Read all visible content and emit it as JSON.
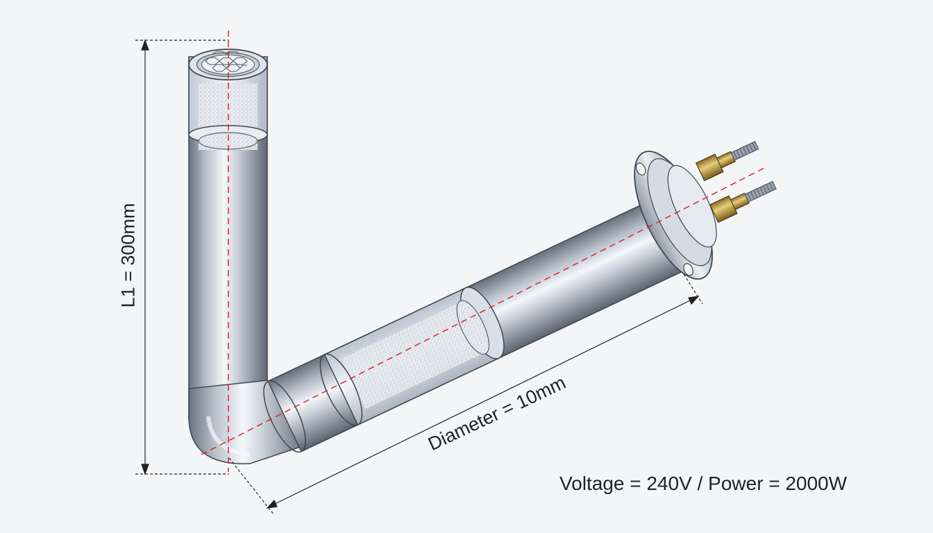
{
  "annotations": {
    "length_label": "L1 = 300mm",
    "diameter_label": "Diameter = 10mm",
    "spec_label": "Voltage = 240V / Power = 2000W"
  },
  "colors": {
    "background": "#f4f5f7",
    "steel_dark": "#5b6470",
    "steel_light": "#f2f5f9",
    "centerline": "#d8262b",
    "brass": "#c9a247",
    "dimension_line": "#222222"
  }
}
